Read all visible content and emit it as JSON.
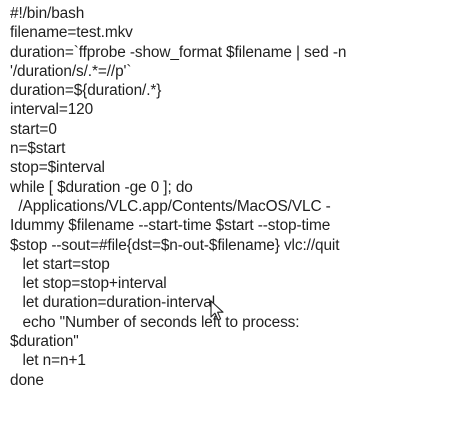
{
  "script_lines": [
    "#!/bin/bash",
    "filename=test.mkv",
    "duration=`ffprobe -show_format $filename | sed -n",
    "'/duration/s/.*=//p'`",
    "duration=${duration/.*}",
    "interval=120",
    "start=0",
    "n=$start",
    "stop=$interval",
    "while [ $duration -ge 0 ]; do",
    "  /Applications/VLC.app/Contents/MacOS/VLC -",
    "Idummy $filename --start-time $start --stop-time",
    "$stop --sout=#file{dst=$n-out-$filename} vlc://quit",
    "   let start=stop",
    "   let stop=stop+interval",
    "   let duration=duration-interval",
    "   echo \"Number of seconds left to process:",
    "$duration\"",
    "   let n=n+1",
    "done"
  ],
  "colors": {
    "text": "#1f1f1f",
    "background": "#ffffff"
  },
  "cursor": {
    "icon": "mouse-pointer-icon"
  }
}
